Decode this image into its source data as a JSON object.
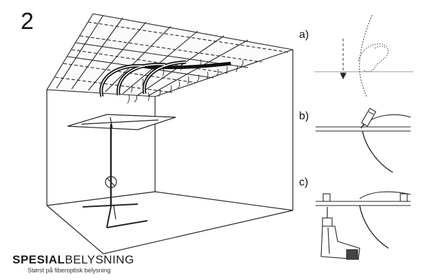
{
  "step": {
    "number": "2"
  },
  "panels": [
    {
      "id": "a",
      "label": "a)"
    },
    {
      "id": "b",
      "label": "b)"
    },
    {
      "id": "c",
      "label": "c)"
    }
  ],
  "branding": {
    "name_bold": "SPESIAL",
    "name_regular": "BELYSNING",
    "tagline": "Størst på fiberoptisk belysning"
  },
  "colors": {
    "line": "#111111",
    "background": "#ffffff",
    "drill_body": "#ffffff"
  }
}
